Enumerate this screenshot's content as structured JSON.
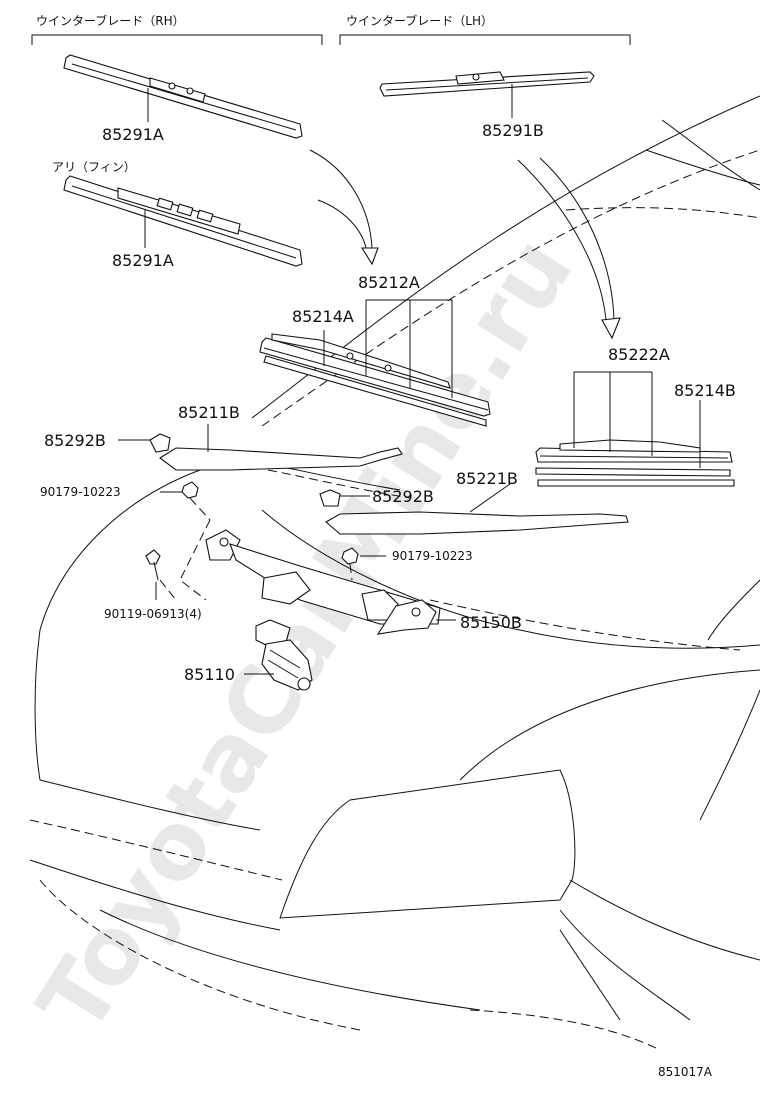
{
  "headers": {
    "rh": "ウインターブレード（RH）",
    "lh": "ウインターブレード（LH）",
    "fin": "アリ（フィン）"
  },
  "parts": {
    "p85291A_1": "85291A",
    "p85291A_2": "85291A",
    "p85291B": "85291B",
    "p85212A": "85212A",
    "p85214A": "85214A",
    "p85222A": "85222A",
    "p85214B": "85214B",
    "p85211B": "85211B",
    "p85292B_1": "85292B",
    "p85292B_2": "85292B",
    "p85221B": "85221B",
    "p90179_1": "90179-10223",
    "p90179_2": "90179-10223",
    "p90119": "90119-06913(4)",
    "p85150B": "85150B",
    "p85110": "85110"
  },
  "diagram_id": "851017A",
  "watermark": "ToyotaCarMine.ru"
}
